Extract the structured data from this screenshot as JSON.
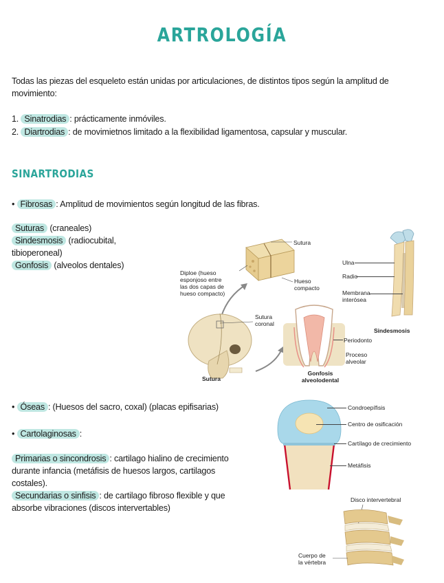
{
  "title": "ARTROLOGÍA",
  "intro": {
    "line1": "Todas las piezas del esqueleto están unidas por articulaciones, de distintos tipos según la amplitud de",
    "line2": "movimiento:"
  },
  "list": [
    {
      "num": "1.",
      "term": "Sinatrodias",
      "rest": ": prácticamente inmóviles."
    },
    {
      "num": "2.",
      "term": "Diartrodias",
      "rest": ": de movimietnos limitado a la flexibilidad ligamentosa, capsular y muscular."
    }
  ],
  "section": "SINARTRODIAS",
  "fibrosas": {
    "bullet": "•",
    "term": "Fibrosas",
    "rest": ": Amplitud de movimientos según longitud de las fibras."
  },
  "fib_items": {
    "suturas_term": "Suturas",
    "suturas_rest": " (craneales)",
    "sind_term": "Sindesmosis",
    "sind_rest": " (radiocubital,",
    "sind_rest2": "tibioperoneal)",
    "gonf_term": "Gonfosis",
    "gonf_rest": " (alveolos dentales)"
  },
  "oseas": {
    "bullet": "•",
    "term": "Óseas",
    "rest": ": (Huesos del sacro, coxal) (placas epifisarias)"
  },
  "cartilag": {
    "bullet": "•",
    "term": "Cartolaginosas",
    "rest": ":"
  },
  "primarias": {
    "term": "Primarias o sincondrosis",
    "rest": ": cartilago hialino de crecimiento",
    "line2": "durante infancia (metáfisis de huesos largos, cartilagos",
    "line3": "costales)."
  },
  "secundarias": {
    "term": "Secundarias o sinfisis",
    "rest": ": de cartilago fibroso flexible y que",
    "line2": "absorbe vibraciones (discos intervertables)"
  },
  "fig_sutura": {
    "sutura_top": "Sutura",
    "diploe": [
      "Diploe (hueso",
      "esponjoso entre",
      "las dos capas de",
      "hueso compacto)"
    ],
    "hueso": [
      "Hueso",
      "compacto"
    ],
    "coronal": [
      "Sutura",
      "coronal"
    ],
    "caption": "Sutura"
  },
  "fig_gonfosis": {
    "periodonto": "Periodonto",
    "proceso": [
      "Proceso",
      "alveolar"
    ],
    "caption": [
      "Gonfosis",
      "alveolodental"
    ]
  },
  "fig_sind": {
    "ulna": "Ulna",
    "radio": "Radio",
    "membrana": [
      "Membrana",
      "interósea"
    ],
    "caption": "Sindesmosis"
  },
  "fig_epi": {
    "labels": [
      "Condroepífisis",
      "Centro de osificación",
      "Cartílago de crecimiento",
      "Metáfisis"
    ]
  },
  "fig_disco": {
    "top": "Disco intervertebral",
    "bottom": [
      "Cuerpo de",
      "la vértebra"
    ]
  },
  "colors": {
    "accent": "#2aa59a",
    "highlight": "#bfe7e2"
  }
}
